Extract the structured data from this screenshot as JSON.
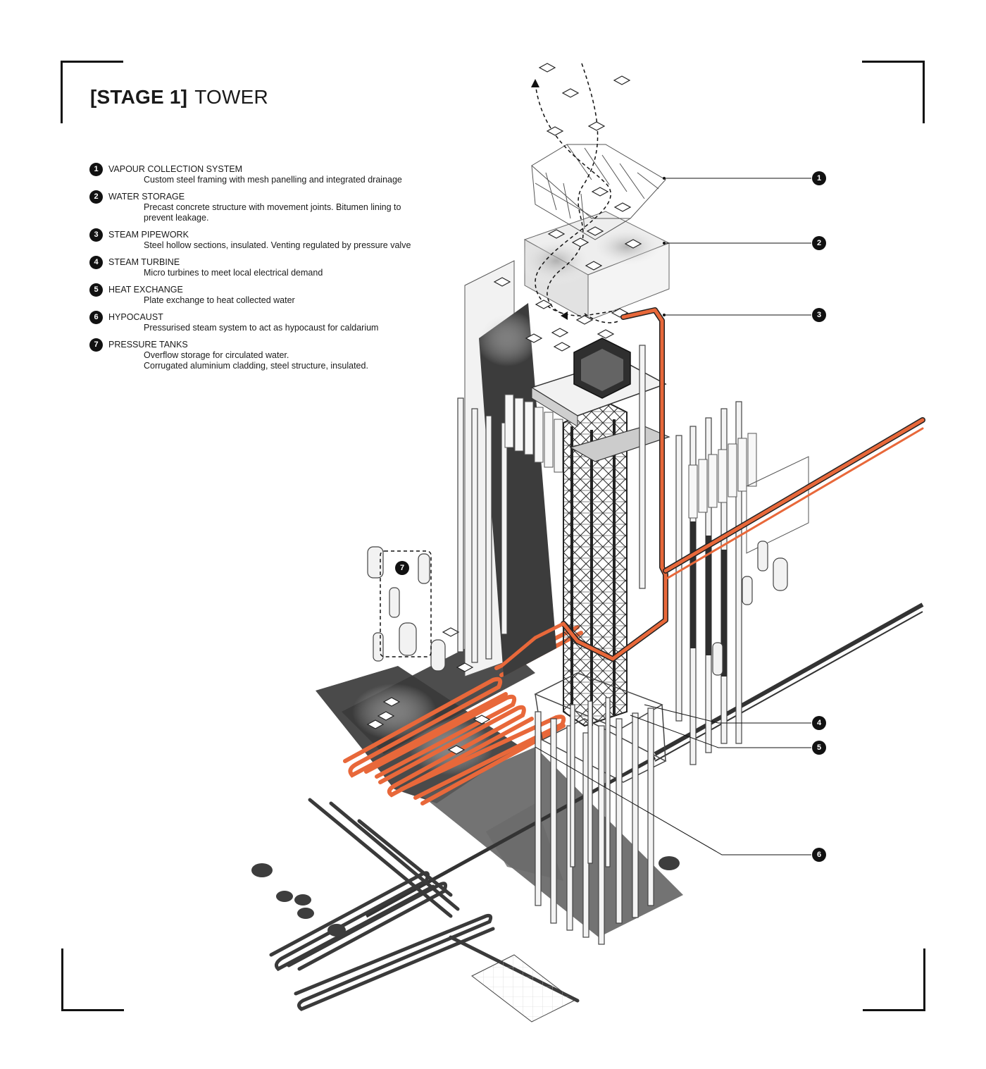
{
  "title": {
    "stage": "[STAGE 1]",
    "name": "TOWER"
  },
  "legend": [
    {
      "num": "1",
      "title": "VAPOUR COLLECTION SYSTEM",
      "desc": [
        "Custom steel framing with mesh panelling and integrated drainage"
      ]
    },
    {
      "num": "2",
      "title": "WATER STORAGE",
      "desc": [
        "Precast concrete structure with movement joints. Bitumen lining to",
        "prevent leakage."
      ]
    },
    {
      "num": "3",
      "title": "STEAM PIPEWORK",
      "desc": [
        "Steel hollow sections, insulated. Venting regulated by pressure valve"
      ]
    },
    {
      "num": "4",
      "title": "STEAM TURBINE",
      "desc": [
        "Micro turbines to meet local electrical demand"
      ]
    },
    {
      "num": "5",
      "title": "HEAT EXCHANGE",
      "desc": [
        "Plate exchange to heat collected water"
      ]
    },
    {
      "num": "6",
      "title": "HYPOCAUST",
      "desc": [
        "Pressurised steam system to act as hypocaust for caldarium"
      ]
    },
    {
      "num": "7",
      "title": "PRESSURE TANKS",
      "desc": [
        "Overflow storage for circulated water.",
        "Corrugated aluminium cladding, steel structure, insulated."
      ]
    }
  ],
  "callouts": {
    "c1": "1",
    "c2": "2",
    "c3": "3",
    "c4": "4",
    "c5": "5",
    "c6": "6",
    "c7": "7"
  },
  "colors": {
    "pipe": "#e8683a",
    "dark": "#3a3a3a",
    "line": "#222222",
    "concrete": "#e6e6e6"
  }
}
